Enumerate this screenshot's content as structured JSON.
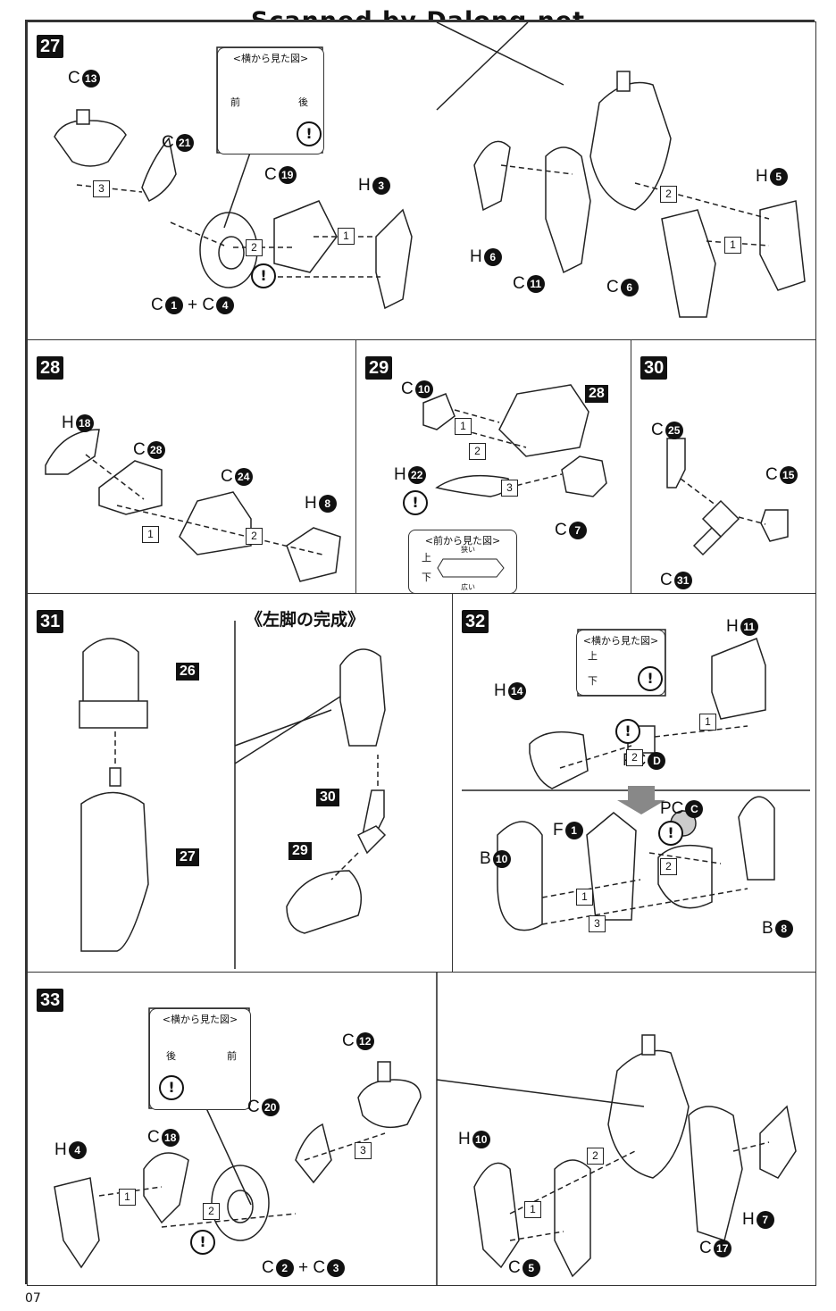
{
  "watermark": "Scanned by Dalong.net",
  "page_number": "07",
  "steps": {
    "s27": "27",
    "s28": "28",
    "s29": "29",
    "s30": "30",
    "s31": "31",
    "s32": "32",
    "s33": "33"
  },
  "common": {
    "side_view": "<横から見た図>",
    "front_view": "<前から見た図>",
    "front": "前",
    "back": "後",
    "top": "上",
    "bottom": "下",
    "narrow": "狭い",
    "wide": "広い",
    "plus": "+",
    "warn": "!"
  },
  "panel27": {
    "parts": {
      "c13": [
        "C",
        "13"
      ],
      "c21": [
        "C",
        "21"
      ],
      "c19": [
        "C",
        "19"
      ],
      "h3": [
        "H",
        "3"
      ],
      "c1": [
        "C",
        "1"
      ],
      "c4": [
        "C",
        "4"
      ],
      "h6": [
        "H",
        "6"
      ],
      "c11": [
        "C",
        "11"
      ],
      "c6": [
        "C",
        "6"
      ],
      "h5": [
        "H",
        "5"
      ]
    },
    "steps": [
      "3",
      "2",
      "1",
      "2",
      "1"
    ]
  },
  "panel28": {
    "parts": {
      "h18": [
        "H",
        "18"
      ],
      "c28": [
        "C",
        "28"
      ],
      "c24": [
        "C",
        "24"
      ],
      "h8": [
        "H",
        "8"
      ]
    },
    "steps": [
      "1",
      "2"
    ]
  },
  "panel29": {
    "parts": {
      "c10": [
        "C",
        "10"
      ],
      "ref28": "28",
      "h22": [
        "H",
        "22"
      ],
      "c7": [
        "C",
        "7"
      ]
    },
    "steps": [
      "1",
      "2",
      "3"
    ]
  },
  "panel30": {
    "parts": {
      "c25": [
        "C",
        "25"
      ],
      "c15": [
        "C",
        "15"
      ],
      "c31": [
        "C",
        "31"
      ]
    }
  },
  "panel31": {
    "title": "《左脚の完成》",
    "refs": {
      "r26": "26",
      "r27": "27",
      "r30": "30",
      "r29": "29"
    }
  },
  "panel32": {
    "parts": {
      "h11": [
        "H",
        "11"
      ],
      "h14": [
        "H",
        "14"
      ],
      "pcd": [
        "PC",
        "D"
      ],
      "pcc": [
        "PC",
        "C"
      ],
      "f1": [
        "F",
        "1"
      ],
      "b10": [
        "B",
        "10"
      ],
      "b8": [
        "B",
        "8"
      ]
    },
    "steps": [
      "1",
      "2",
      "1",
      "2",
      "3"
    ]
  },
  "panel33": {
    "parts": {
      "c12": [
        "C",
        "12"
      ],
      "c20": [
        "C",
        "20"
      ],
      "c18": [
        "C",
        "18"
      ],
      "h4": [
        "H",
        "4"
      ],
      "c2": [
        "C",
        "2"
      ],
      "c3": [
        "C",
        "3"
      ],
      "h10": [
        "H",
        "10"
      ],
      "c5": [
        "C",
        "5"
      ],
      "c17": [
        "C",
        "17"
      ],
      "h7": [
        "H",
        "7"
      ]
    },
    "steps": [
      "3",
      "1",
      "2",
      "2",
      "1"
    ]
  }
}
